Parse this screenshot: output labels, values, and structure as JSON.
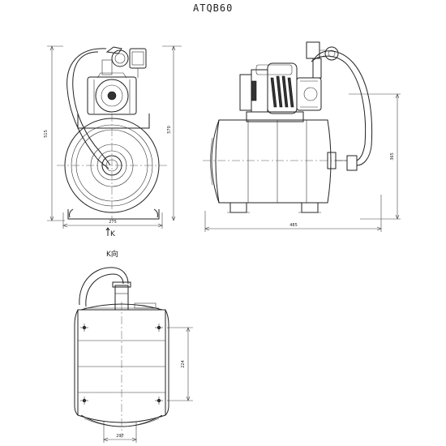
{
  "title": "ATQB60",
  "front_view": {
    "dim_height_outer": "515",
    "dim_height_inner": "570",
    "dim_width": "275",
    "view_arrow": "K"
  },
  "side_view": {
    "dim_length": "485",
    "dim_height": "365"
  },
  "bottom_view": {
    "label": "K向",
    "dim_mount": "224",
    "dim_base": "297"
  }
}
